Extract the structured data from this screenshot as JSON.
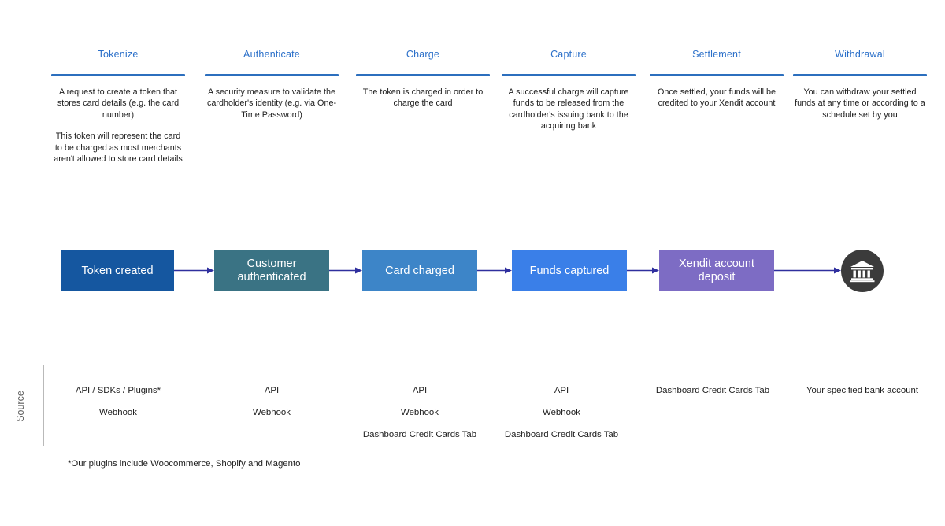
{
  "columns": [
    {
      "title": "Tokenize",
      "paragraphs": [
        "A request to create a token that stores card details (e.g. the card number)",
        "This token will represent the card to be charged as most merchants aren't allowed to store card details"
      ]
    },
    {
      "title": "Authenticate",
      "paragraphs": [
        "A security measure to validate the cardholder's identity (e.g. via One-Time Password)"
      ]
    },
    {
      "title": "Charge",
      "paragraphs": [
        "The token is charged in order to charge the card"
      ]
    },
    {
      "title": "Capture",
      "paragraphs": [
        "A successful charge will capture funds to be released from the cardholder's issuing bank to the acquiring bank"
      ]
    },
    {
      "title": "Settlement",
      "paragraphs": [
        "Once settled, your funds will be credited to your Xendit account"
      ]
    },
    {
      "title": "Withdrawal",
      "paragraphs": [
        "You can withdraw your settled funds at any time or according to a schedule set by you"
      ]
    }
  ],
  "flow": {
    "steps": [
      {
        "label": "Token created",
        "color": "#1557a0"
      },
      {
        "label": "Customer authenticated",
        "color": "#3a7384"
      },
      {
        "label": "Card charged",
        "color": "#3d85c8"
      },
      {
        "label": "Funds captured",
        "color": "#3a7fe8"
      },
      {
        "label": "Xendit account deposit",
        "color": "#7d6cc4"
      }
    ],
    "end_icon": "bank-icon",
    "arrow_color": "#2f2f9e"
  },
  "source": {
    "label": "Source",
    "columns": [
      [
        "API / SDKs / Plugins*",
        "Webhook",
        ""
      ],
      [
        "API",
        "Webhook",
        ""
      ],
      [
        "API",
        "Webhook",
        "Dashboard Credit Cards Tab"
      ],
      [
        "API",
        "Webhook",
        "Dashboard Credit Cards Tab"
      ],
      [
        "Dashboard Credit Cards Tab",
        "",
        ""
      ],
      [
        "Your specified bank account",
        "",
        ""
      ]
    ]
  },
  "footnote": "*Our plugins include Woocommerce, Shopify and Magento",
  "colors": {
    "header_text": "#2a6fc9",
    "header_rule": "#2c6fbe",
    "body_text": "#1d1d1d",
    "divider": "#b9b9b9",
    "bank_circle": "#3b3b3b"
  }
}
